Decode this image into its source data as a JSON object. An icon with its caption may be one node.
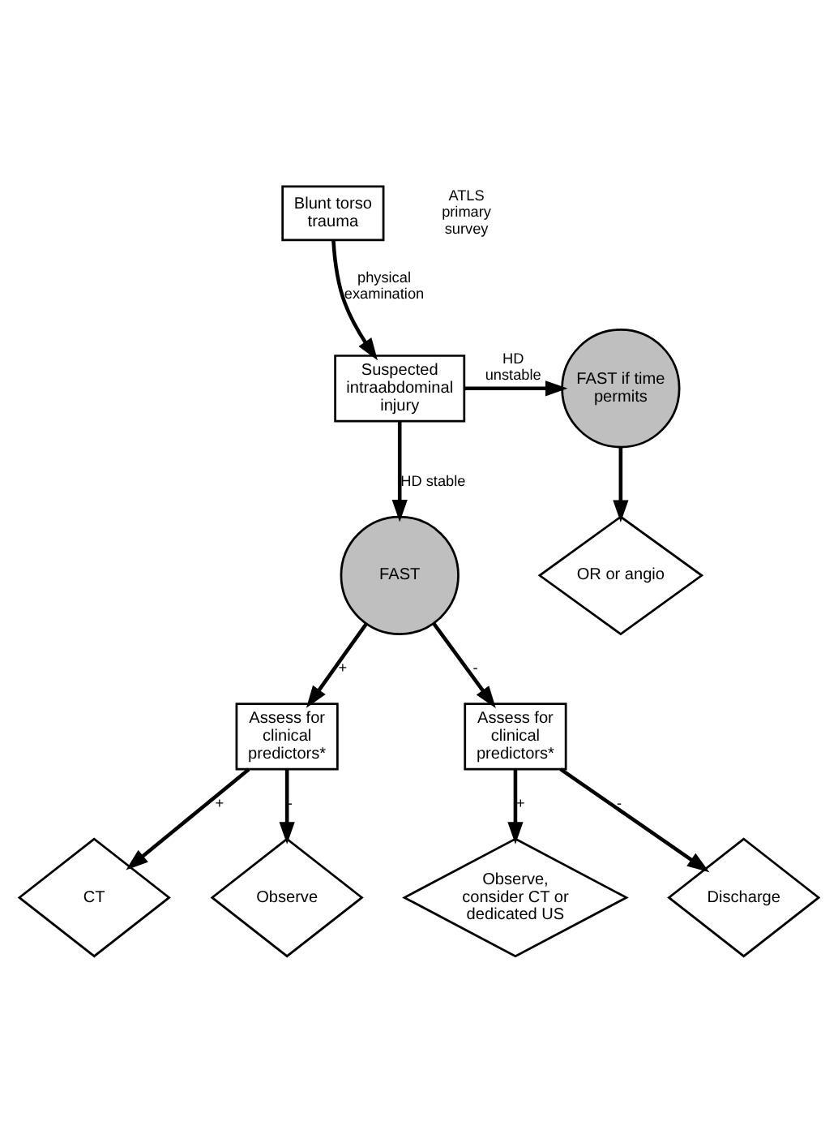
{
  "diagram": {
    "nodes": [
      {
        "text": [
          "Blunt torso trauma"
        ]
      },
      {
        "text": [
          "Suspected intraabdominal injury"
        ]
      },
      {
        "text": [
          "FAST if time permits"
        ]
      },
      {
        "text": [
          "FAST"
        ]
      },
      {
        "text": [
          "OR or angio"
        ]
      },
      {
        "text": [
          "Assess for clinical predictors*"
        ]
      },
      {
        "text": [
          "Assess for clinical predictors*"
        ]
      },
      {
        "text": [
          "CT"
        ]
      },
      {
        "text": [
          "Observe"
        ]
      },
      {
        "text": [
          "Observe, consider CT or dedicated US"
        ]
      },
      {
        "text": [
          "Discharge"
        ]
      }
    ],
    "edges": [
      {
        "from": 0,
        "to": 1,
        "arrow": "to",
        "label": "physical examination"
      },
      {
        "from": 1,
        "to": 2,
        "arrow": "to",
        "label": "HD unstable"
      },
      {
        "from": 1,
        "to": 3,
        "arrow": "to",
        "label": "HD stable"
      },
      {
        "from": 2,
        "to": 4,
        "arrow": "to"
      },
      {
        "from": 3,
        "to": 5,
        "arrow": "to",
        "label": "+"
      },
      {
        "from": 3,
        "to": 6,
        "arrow": "to",
        "label": "-"
      },
      {
        "from": 5,
        "to": 7,
        "arrow": "to",
        "label": "+"
      },
      {
        "from": 5,
        "to": 8,
        "arrow": "to",
        "label": "-"
      },
      {
        "from": 6,
        "to": 9,
        "arrow": "to",
        "label": "+"
      },
      {
        "from": 6,
        "to": 10,
        "arrow": "to",
        "label": "-"
      }
    ],
    "labels": [
      "ATLS primary survey"
    ]
  }
}
